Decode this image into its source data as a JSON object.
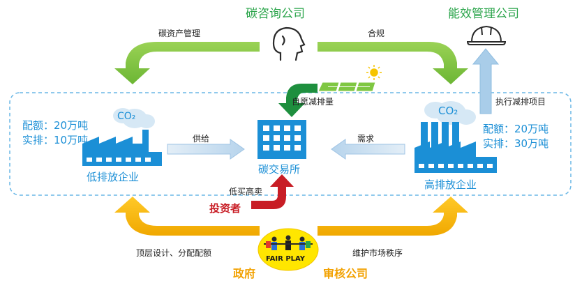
{
  "nodes": {
    "carbon_consulting": "碳咨询公司",
    "energy_management": "能效管理公司",
    "low_emission": {
      "label": "低排放企业",
      "quota": "配额：20万吨",
      "actual": "实排：10万吨",
      "co2": "CO₂"
    },
    "high_emission": {
      "label": "高排放企业",
      "quota": "配额：20万吨",
      "actual": "实排：30万吨",
      "co2": "CO₂"
    },
    "exchange": "碳交易所",
    "investor": "投资者",
    "government": "政府",
    "auditor": "审核公司"
  },
  "edges": {
    "carbon_asset_mgmt": "碳资产管理",
    "compliance": "合规",
    "voluntary_reduction": "自愿减排量",
    "execute_projects": "执行减排项目",
    "supply": "供给",
    "demand": "需求",
    "buy_low_sell_high": "低买高卖",
    "top_design": "顶层设计、分配配额",
    "maintain_order": "维护市场秩序"
  },
  "badge": "FAIR PLAY",
  "colors": {
    "green": "#7fc742",
    "dark_green": "#2aa44a",
    "blue": "#1b8fd6",
    "light_blue": "#9cc6e8",
    "red": "#c81d25",
    "orange": "#f5b400",
    "yellow": "#ffe600"
  }
}
